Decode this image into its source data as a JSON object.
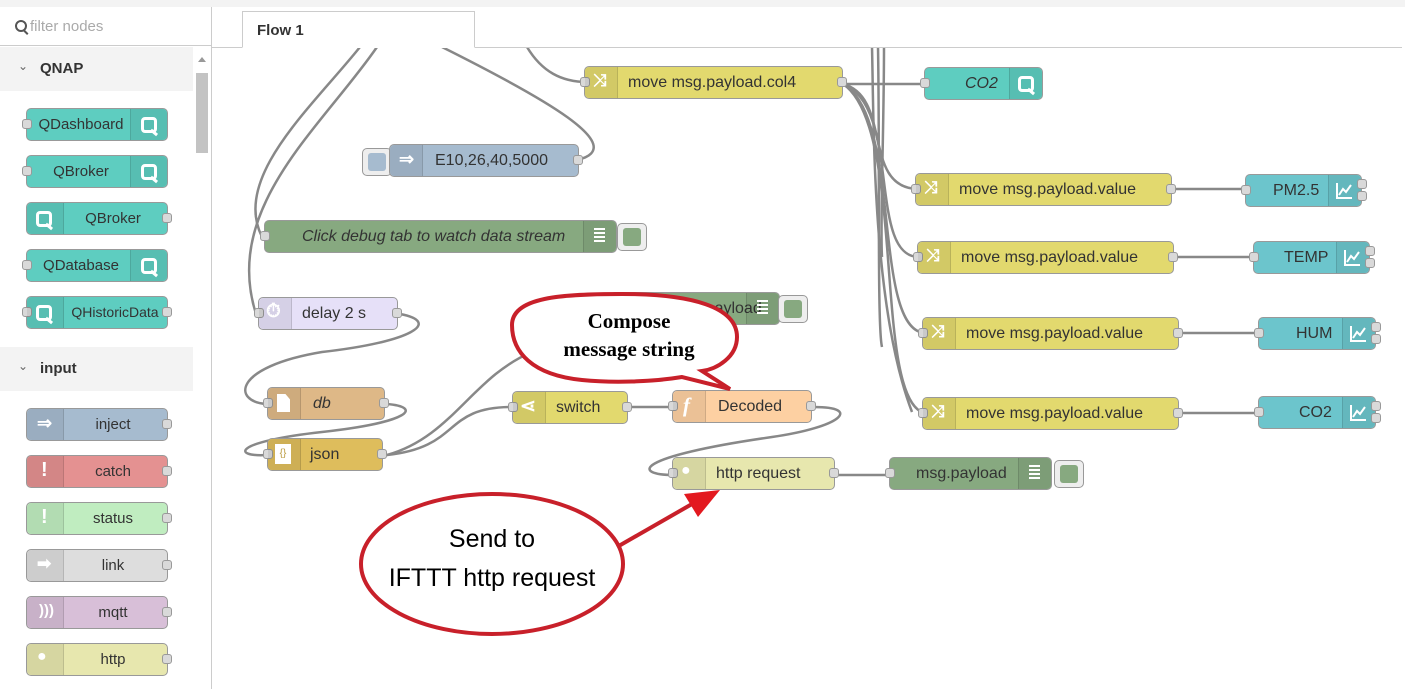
{
  "palette": {
    "filter_placeholder": "filter nodes",
    "categories": [
      {
        "name": "QNAP",
        "nodes": [
          "QDashboard",
          "QBroker",
          "QBroker",
          "QDatabase",
          "QHistoricData"
        ]
      },
      {
        "name": "input",
        "nodes": [
          "inject",
          "catch",
          "status",
          "link",
          "mqtt",
          "http"
        ]
      }
    ]
  },
  "workspace": {
    "tabs": [
      {
        "label": "Flow 1"
      }
    ],
    "nodes": {
      "move_col4": "move msg.payload.col4",
      "co2_q": "CO2",
      "inject": "E10,26,40,5000",
      "debug_stream": "Click debug tab to watch data stream",
      "delay": "delay 2 s",
      "debug_payload_hidden": "msg.payload",
      "db": "db",
      "json": "json",
      "switch": "switch",
      "decoded": "Decoded",
      "http_request": "http request",
      "debug_payload": "msg.payload",
      "move_value_1": "move msg.payload.value",
      "move_value_2": "move msg.payload.value",
      "move_value_3": "move msg.payload.value",
      "move_value_4": "move msg.payload.value",
      "chart_pm25": "PM2.5",
      "chart_temp": "TEMP",
      "chart_hum": "HUM",
      "chart_co2": "CO2"
    }
  },
  "annotations": {
    "compose_line1": "Compose",
    "compose_line2": "message string",
    "send_line1": "Send to",
    "send_line2": "IFTTT http request"
  },
  "colors": {
    "qnap": "#5ecdc0",
    "inject": "#a6bbcf",
    "catch": "#e49191",
    "status": "#c0edc0",
    "link": "#dddddd",
    "mqtt": "#d8bfd8",
    "http": "#e7e7ae",
    "change": "#e2d96e",
    "debug": "#87a980",
    "delay": "#e6e0f8",
    "file": "#deb887",
    "json": "#debd5c",
    "function": "#fdd0a2",
    "chart": "#6cc5cc",
    "callout": "#c8202a"
  }
}
